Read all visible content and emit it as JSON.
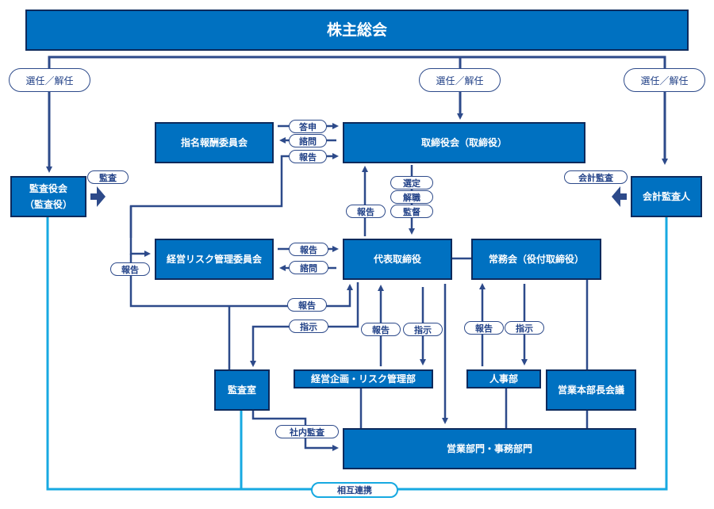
{
  "colors": {
    "box_fill": "#0071c1",
    "box_border": "#0d2a5c",
    "line_dark": "#2d4a8a",
    "line_cyan": "#17a9e1",
    "label_text": "#1f3f86"
  },
  "boxes": {
    "shareholders": "株主総会",
    "nomination_committee": "指名報酬委員会",
    "board": "取締役会（取締役）",
    "audit_board_line1": "監査役会",
    "audit_board_line2": "（監査役）",
    "accounting_auditor": "会計監査人",
    "risk_committee": "経営リスク管理委員会",
    "ceo": "代表取締役",
    "executive_committee": "常務会（役付取締役）",
    "audit_office": "監査室",
    "planning_risk_dept": "経営企画・リスク管理部",
    "hr_dept": "人事部",
    "sales_hq_meeting": "営業本部長会議",
    "operations": "営業部門・事務部門"
  },
  "labels": {
    "elect_left": "選任／解任",
    "elect_center": "選任／解任",
    "elect_right": "選任／解任",
    "answer": "答申",
    "consult_board": "諮問",
    "report_board": "報告",
    "audit": "監査",
    "accounting_audit": "会計監査",
    "select": "選定",
    "dismiss": "解職",
    "supervise": "監督",
    "report_ceo_to_board": "報告",
    "report_left": "報告",
    "report_risk": "報告",
    "consult_risk": "諮問",
    "report_audit_office": "報告",
    "instruct_audit_office": "指示",
    "report_planning": "報告",
    "instruct_planning": "指示",
    "report_hr": "報告",
    "instruct_hr": "指示",
    "internal_audit": "社内監査",
    "mutual_cooperation": "相互連携"
  }
}
